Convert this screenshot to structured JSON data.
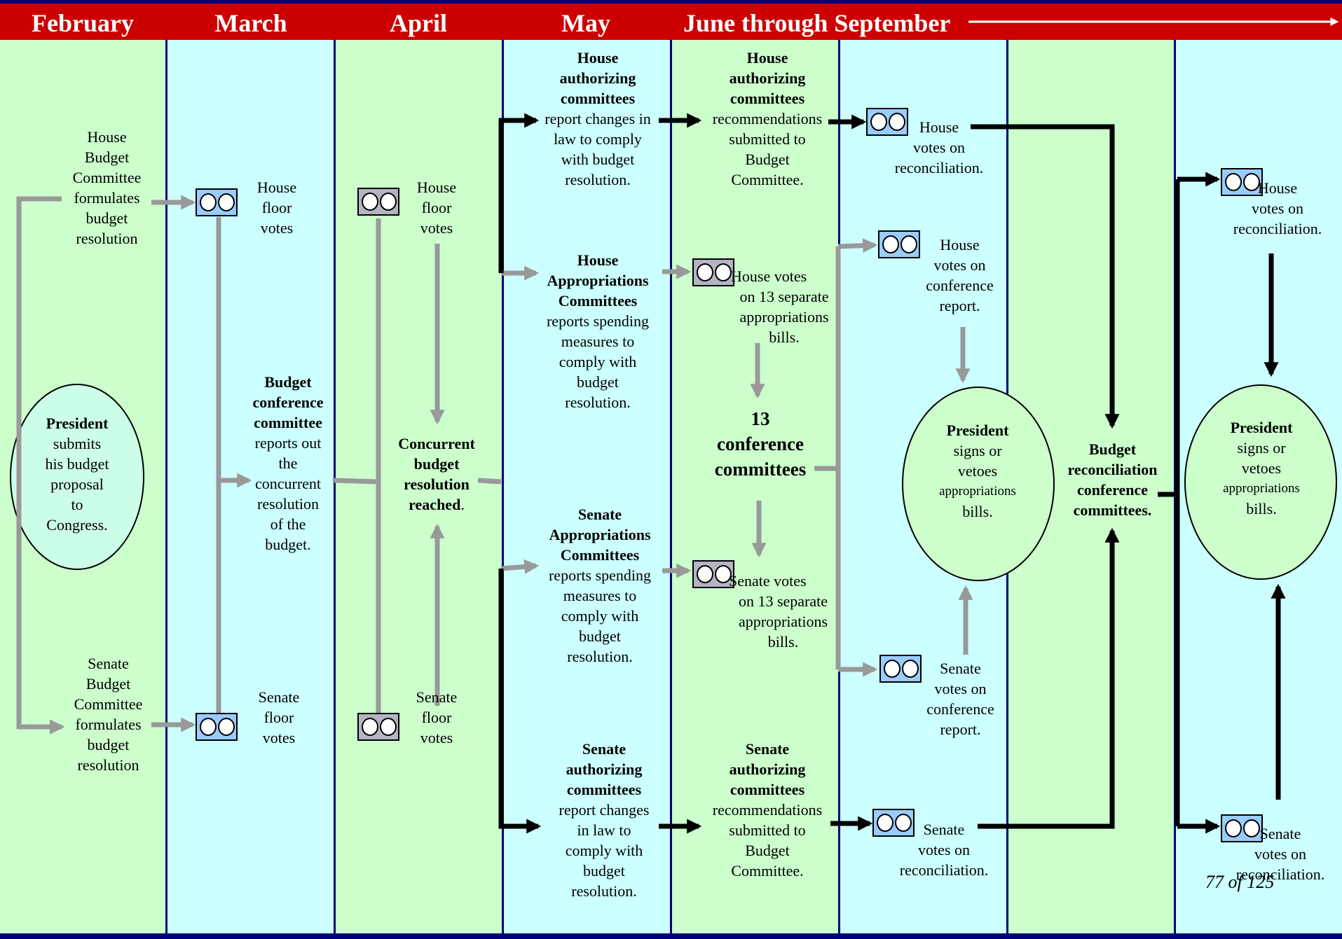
{
  "header": {
    "months": [
      "February",
      "March",
      "April",
      "May",
      "June through September"
    ]
  },
  "feb": {
    "house_committee": [
      "House",
      "Budget",
      "Committee",
      "formulates",
      "budget",
      "resolution"
    ],
    "president_title": "President",
    "president_text": [
      "submits",
      "his budget",
      "proposal",
      "to",
      "Congress."
    ],
    "senate_committee": [
      "Senate",
      "Budget",
      "Committee",
      "formulates",
      "budget",
      "resolution"
    ]
  },
  "mar": {
    "house_votes": [
      "House",
      "floor",
      "votes"
    ],
    "conf_title": [
      "Budget",
      "conference",
      "committee"
    ],
    "conf_text": [
      "reports out",
      "the",
      "concurrent",
      "resolution",
      "of the",
      "budget."
    ],
    "senate_votes": [
      "Senate",
      "floor",
      "votes"
    ]
  },
  "apr": {
    "house_votes": [
      "House",
      "floor",
      "votes"
    ],
    "concurrent_title": [
      "Concurrent",
      "budget",
      "resolution"
    ],
    "concurrent_last": "reached",
    "concurrent_period": ".",
    "senate_votes": [
      "Senate",
      "floor",
      "votes"
    ]
  },
  "may": {
    "house_auth_title": [
      "House",
      "authorizing",
      "committees"
    ],
    "house_auth_text": [
      "report changes in",
      "law to comply",
      "with budget",
      "resolution."
    ],
    "house_approp_title": [
      "House",
      "Appropriations",
      "Committees"
    ],
    "house_approp_text": [
      "reports spending",
      "measures to",
      "comply with",
      "budget",
      "resolution."
    ],
    "senate_approp_title": [
      "Senate",
      "Appropriations",
      "Committees"
    ],
    "senate_approp_text": [
      "reports spending",
      "measures to",
      "comply with",
      "budget",
      "resolution."
    ],
    "senate_auth_title": [
      "Senate",
      "authorizing",
      "committees"
    ],
    "senate_auth_text": [
      "report changes",
      "in law to",
      "comply with",
      "budget",
      "resolution."
    ]
  },
  "jun": {
    "house_auth_title": [
      "House",
      "authorizing",
      "committees"
    ],
    "house_auth_text": [
      "recommendations",
      "submitted to",
      "Budget",
      "Committee."
    ],
    "house_approp_votes": [
      "House votes",
      "on 13 separate",
      "appropriations",
      "bills."
    ],
    "conf13": [
      "13",
      "conference",
      "committees"
    ],
    "senate_approp_votes": [
      "Senate votes",
      "on 13 separate",
      "appropriations",
      "bills."
    ],
    "senate_auth_title": [
      "Senate",
      "authorizing",
      "committees"
    ],
    "senate_auth_text": [
      "recommendations",
      "submitted to",
      "Budget",
      "Committee."
    ]
  },
  "jul": {
    "house_recon": [
      "House",
      "votes on",
      "reconciliation."
    ],
    "house_conf": [
      "House",
      "votes on",
      "conference",
      "report."
    ],
    "president_title": "President",
    "president_text": [
      "signs or",
      "vetoes"
    ],
    "president_small": "appropriations",
    "president_end": "bills.",
    "senate_conf": [
      "Senate",
      "votes on",
      "conference",
      "report."
    ],
    "senate_recon": [
      "Senate",
      "votes on",
      "reconciliation."
    ]
  },
  "aug": {
    "recon_conf": [
      "Budget",
      "reconciliation",
      "conference",
      "committees."
    ]
  },
  "sep": {
    "house_recon": [
      "House",
      "votes on",
      "reconciliation."
    ],
    "president_title": "President",
    "president_text": [
      "signs or",
      "vetoes"
    ],
    "president_small": "appropriations",
    "president_end": "bills.",
    "senate_recon": [
      "Senate",
      "votes on",
      "reconciliation."
    ]
  },
  "footer": {
    "page": "77 of 125"
  },
  "colors": {
    "header_red": "#cc0000",
    "border_navy": "#00007a",
    "column_green": "#ccffcc",
    "column_cyan": "#ccffff",
    "arrow_gray": "#999999",
    "arrow_black": "#000000",
    "ballot_blue": "#99ccff",
    "ballot_gray": "#b4b4c4"
  },
  "icons": [
    "ballot-box-icon",
    "arrow-icon"
  ]
}
